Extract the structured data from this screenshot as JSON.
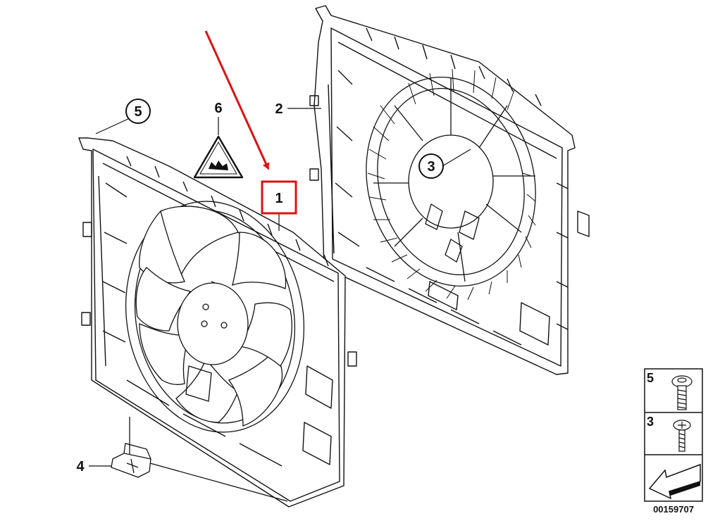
{
  "callouts": {
    "part_1": "1",
    "part_2": "2",
    "part_3": "3",
    "part_4": "4",
    "part_5": "5",
    "part_6": "6"
  },
  "legend": {
    "item_top": "5",
    "item_bottom": "3"
  },
  "diagram_number": "00159707",
  "colors": {
    "highlight": "#e01010",
    "line": "#111111",
    "background": "#ffffff"
  },
  "icons": {
    "warning_label": "hot-surface-warning-triangle",
    "return_arrow": "arrow-icon"
  }
}
